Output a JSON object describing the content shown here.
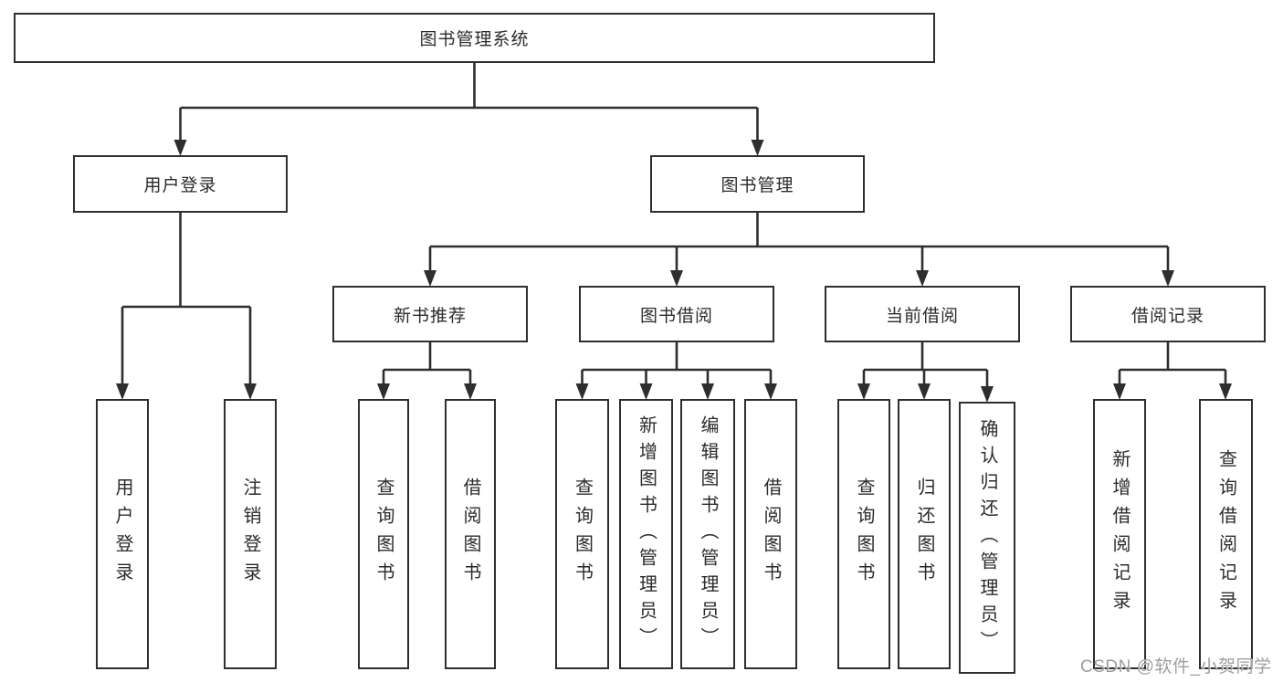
{
  "nodes": {
    "root": {
      "label": "图书管理系统"
    },
    "user": {
      "label": "用户登录"
    },
    "book": {
      "label": "图书管理"
    },
    "user_children": [
      {
        "label": "用户登录"
      },
      {
        "label": "注销登录"
      }
    ],
    "level3": [
      {
        "label": "新书推荐"
      },
      {
        "label": "图书借阅"
      },
      {
        "label": "当前借阅"
      },
      {
        "label": "借阅记录"
      }
    ],
    "newbook_children": [
      {
        "label": "查询图书"
      },
      {
        "label": "借阅图书"
      }
    ],
    "borrow_children": [
      {
        "label": "查询图书"
      },
      {
        "label": "新增图书（管理员）"
      },
      {
        "label": "编辑图书（管理员）"
      },
      {
        "label": "借阅图书"
      }
    ],
    "current_children": [
      {
        "label": "查询图书"
      },
      {
        "label": "归还图书"
      },
      {
        "label": "确认归还（管理员）"
      }
    ],
    "record_children": [
      {
        "label": "新增借阅记录"
      },
      {
        "label": "查询借阅记录"
      }
    ]
  },
  "watermark": {
    "text": "CSDN @软件_小贺同学"
  },
  "colors": {
    "line": "#2e2e2e",
    "box_border": "#2e2e2e",
    "text": "#2b2b2b",
    "watermark": "#9e9e9e",
    "background": "#ffffff"
  }
}
